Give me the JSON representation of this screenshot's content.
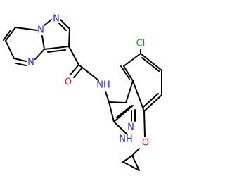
{
  "atom_labels": {
    "n_ring_bridge": "N",
    "n_pyrazole_top": "N",
    "n_pyrimidine": "N",
    "o_carbonyl": "O",
    "n_amide": "NH",
    "cl": "Cl",
    "n_pyrazole_lower": "N",
    "nh_pyrazole_lower": "NH",
    "o_ether": "O"
  },
  "colors": {
    "bond": "#000000",
    "nitrogen": "#2a2ad8",
    "oxygen": "#e01818",
    "chlorine": "#2e8b2e"
  }
}
